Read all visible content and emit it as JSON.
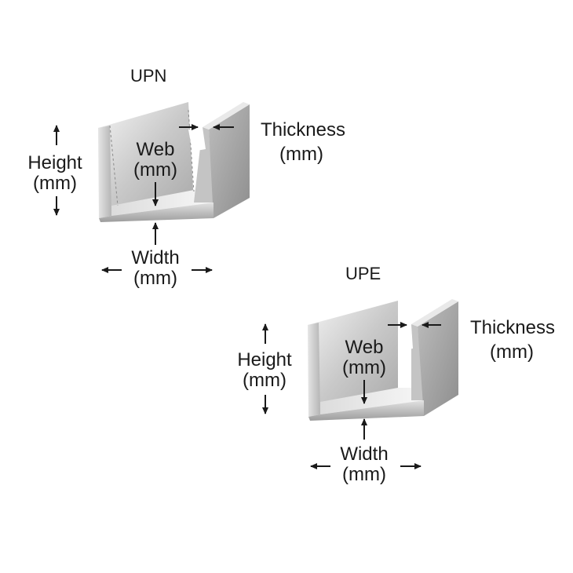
{
  "upn": {
    "title": "UPN",
    "height_label": "Height",
    "height_unit": "(mm)",
    "web_label": "Web",
    "web_unit": "(mm)",
    "thickness_label": "Thickness",
    "thickness_unit": "(mm)",
    "width_label": "Width",
    "width_unit": "(mm)"
  },
  "upe": {
    "title": "UPE",
    "height_label": "Height",
    "height_unit": "(mm)",
    "web_label": "Web",
    "web_unit": "(mm)",
    "thickness_label": "Thickness",
    "thickness_unit": "(mm)",
    "width_label": "Width",
    "width_unit": "(mm)"
  },
  "colors": {
    "steel_light": "#eeeeee",
    "steel_mid": "#c8c8c8",
    "steel_dark": "#9a9a9a",
    "arrow": "#1a1a1a"
  }
}
